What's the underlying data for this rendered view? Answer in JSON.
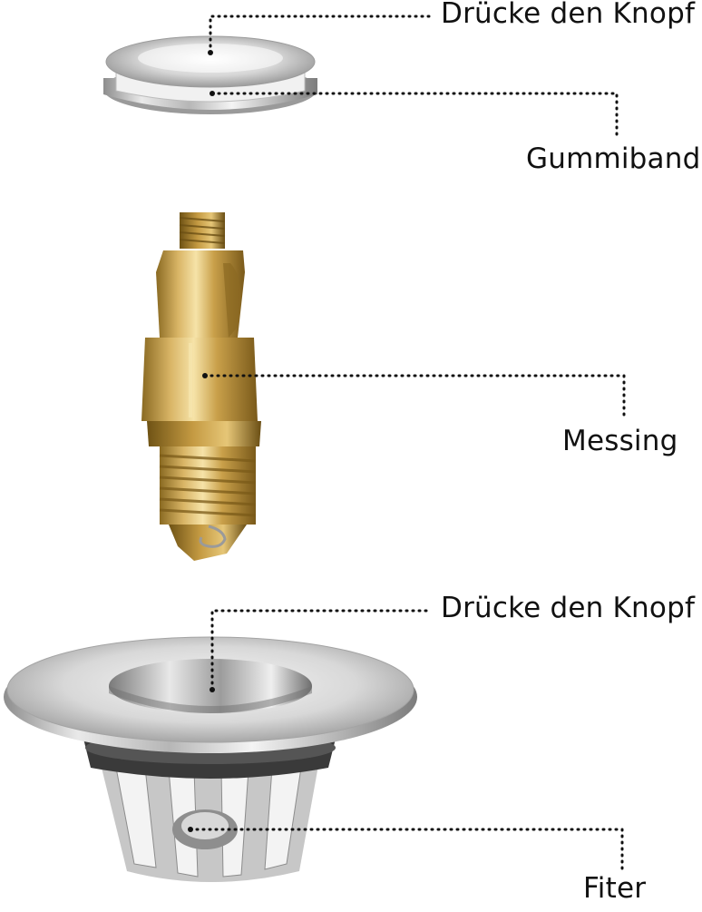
{
  "labels": {
    "press_knob_top": "Drücke den Knopf",
    "rubber_band": "Gummiband",
    "brass": "Messing",
    "press_knob_flange": "Drücke den Knopf",
    "filter": "Fiter"
  },
  "colors": {
    "chrome": "#c9c9c9",
    "brass": "#c9a24a",
    "rubber": "#3a3a3a",
    "leader_dots": "#111111"
  }
}
